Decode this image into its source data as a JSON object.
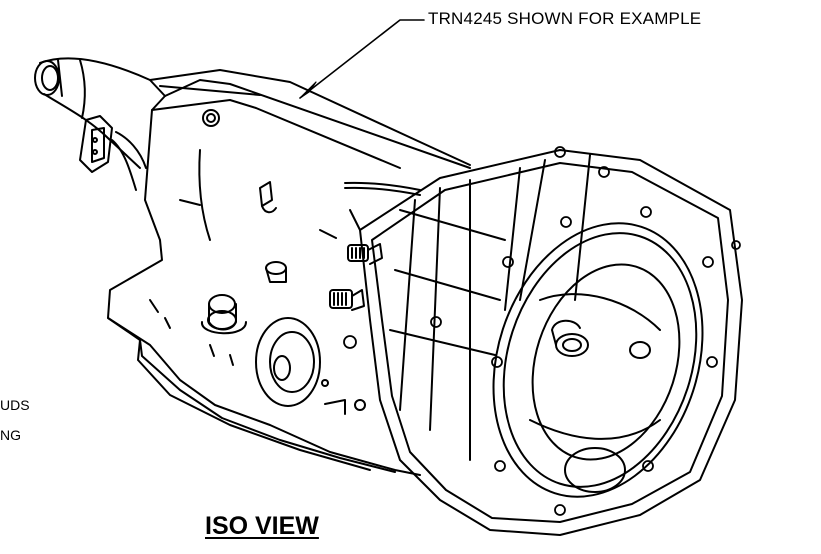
{
  "callout": {
    "text": "TRN4245 SHOWN FOR EXAMPLE"
  },
  "view_title": "ISO VIEW",
  "cutoff_note": {
    "line1": "UDS",
    "line2": "NG"
  }
}
